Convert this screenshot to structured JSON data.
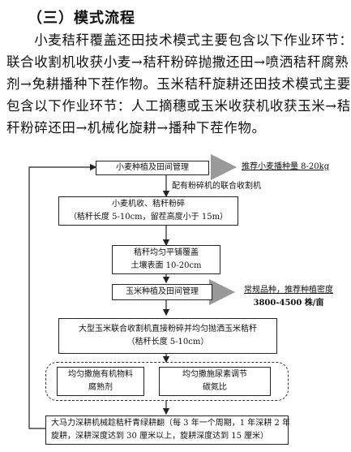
{
  "heading": "（三）模式流程",
  "paragraph": [
    "　　小麦秸秆覆盖还田技术模式主要包含以下作业环节：",
    "联合收割机收获小麦→秸秆粉碎抛撒还田→喷洒秸秆腐熟",
    "剂→免耕播种下茬作物。玉米秸秆旋耕还田技术模式主要",
    "包含以下作业环节：人工摘穗或玉米收获机收获玉米→秸",
    "秆粉碎还田→机械化旋耕→播种下茬作物。"
  ],
  "flow": {
    "step1": "小麦种植及田间管理",
    "step1_note": "推荐小麦播种量 8-20kg",
    "arrow1_label": "配有粉碎机的联合收割机",
    "step2_line1": "小麦机收、秸秆粉碎",
    "step2_line2": "（秸秆长度 5-10cm，留茬高度小于 15m）",
    "step3_line1": "秸秆均匀平铺覆盖",
    "step3_line2": "土壤表面 10-20cm",
    "step4": "玉米种植及田间管理",
    "step4_note_line1": "常规品种，推荐种植密度",
    "step4_note_line2": "3800-4500 株/亩",
    "step5_line1": "大型玉米联合收割机直接粉碎并均匀抛洒玉米秸秆",
    "step5_line2": "（秸秆长度 5-10cm）",
    "step6a_line1": "均匀撒施有机物料",
    "step6a_line2": "腐熟剂",
    "step6b_line1": "均匀撒施尿素调节",
    "step6b_line2": "碳氮比",
    "step7_line1": "大马力深耕机械趁秸秆青绿耕翻（每 3 年一个周期，1 年深耕 2 年",
    "step7_line2": "旋耕，深耕深度达到 30 厘米以上，旋耕深度达到 15 厘米）"
  }
}
